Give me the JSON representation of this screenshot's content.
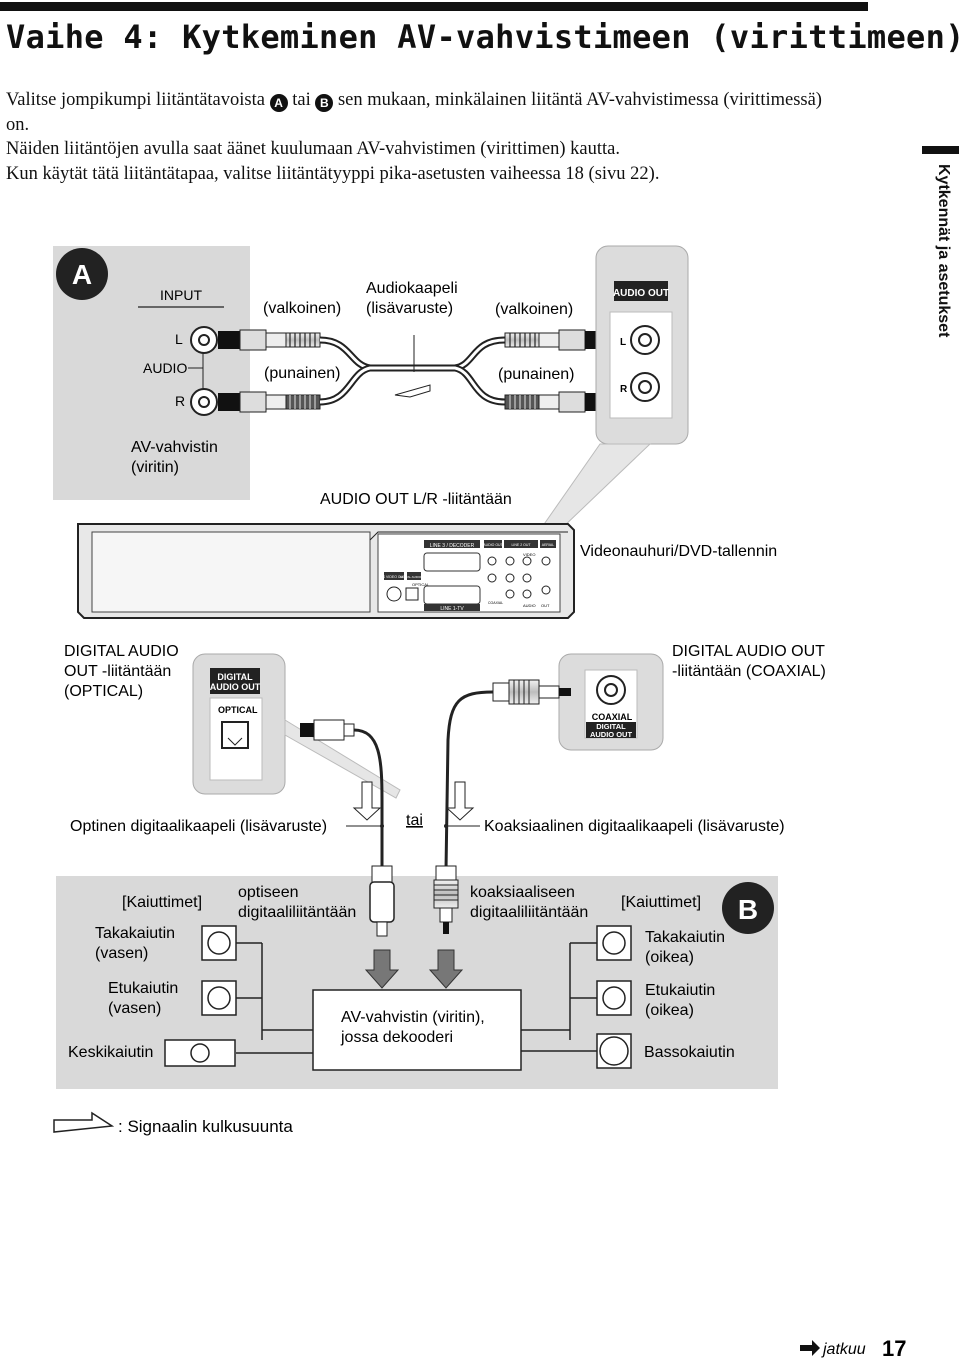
{
  "title": "Vaihe 4: Kytkeminen AV-vahvistimeen (virittimeen)",
  "intro": {
    "line1_a": "Valitse jompikumpi liitäntätavoista",
    "marker_a": "A",
    "line1_b": "tai",
    "marker_b": "B",
    "line1_c": "sen mukaan, minkälainen liitäntä AV-vahvistimessa (virittimessä) on.",
    "line2": "Näiden liitäntöjen avulla saat äänet kuulumaan AV-vahvistimen (virittimen) kautta.",
    "line3": "Kun käytät tätä liitäntätapaa, valitse liitäntätyyppi pika-asetusten vaiheessa 18 (sivu 22)."
  },
  "sidebar": {
    "section": "Kytkennät ja asetukset"
  },
  "diagram_a": {
    "marker": "A",
    "input_label": "INPUT",
    "l_label": "L",
    "audio_label": "AUDIO",
    "r_label": "R",
    "amp_label_1": "AV-vahvistin",
    "amp_label_2": "(viritin)",
    "white_left": "(valkoinen)",
    "cable_1": "Audiokaapeli",
    "cable_2": "(lisävaruste)",
    "white_right": "(valkoinen)",
    "red_left": "(punainen)",
    "red_right": "(punainen)",
    "audio_out_panel": "AUDIO OUT",
    "panel_l": "L",
    "panel_r": "R",
    "audio_out_lr": "AUDIO OUT L/R -liitäntään",
    "recorder": "Videonauhuri/DVD-tallennin"
  },
  "recorder_panel": {
    "line3_decoder": "LINE 3 / DECODER",
    "audio_out": "AUDIO OUT",
    "line2_out": "LINE 2 OUT",
    "aerial": "AERIAL",
    "svideo_out": "S VIDEO OUT",
    "digital_audio_out": "DIGITAL AUDIO OUT",
    "optical": "OPTICAL",
    "line1_tv": "LINE 1-TV",
    "video": "VIDEO",
    "audio": "AUDIO",
    "out": "OUT",
    "coaxial": "COAXIAL"
  },
  "diagram_middle": {
    "optical_label_1": "DIGITAL AUDIO",
    "optical_label_2": "OUT -liitäntään",
    "optical_label_3": "(OPTICAL)",
    "optical_jack_1": "DIGITAL",
    "optical_jack_2": "AUDIO OUT",
    "optical_jack_3": "OPTICAL",
    "coax_label_1": "DIGITAL AUDIO OUT",
    "coax_label_2": "-liitäntään (COAXIAL)",
    "coax_jack_1": "COAXIAL",
    "coax_jack_2": "DIGITAL",
    "coax_jack_3": "AUDIO OUT",
    "optical_cable": "Optinen digitaalikaapeli (lisävaruste)",
    "or": "tai",
    "coax_cable": "Koaksiaalinen digitaalikaapeli (lisävaruste)"
  },
  "diagram_b": {
    "marker": "B",
    "speakers_left": "[Kaiuttimet]",
    "speakers_right": "[Kaiuttimet]",
    "to_optical_1": "optiseen",
    "to_optical_2": "digitaaliliitäntään",
    "to_coax_1": "koaksiaaliseen",
    "to_coax_2": "digitaaliliitäntään",
    "rear_left_1": "Takakaiutin",
    "rear_left_2": "(vasen)",
    "front_left_1": "Etukaiutin",
    "front_left_2": "(vasen)",
    "center": "Keskikaiutin",
    "rear_right_1": "Takakaiutin",
    "rear_right_2": "(oikea)",
    "front_right_1": "Etukaiutin",
    "front_right_2": "(oikea)",
    "subwoofer": "Bassokaiutin",
    "decoder_amp_1": "AV-vahvistin (viritin),",
    "decoder_amp_2": "jossa dekooderi"
  },
  "legend": {
    "signal": ": Signaalin kulkusuunta"
  },
  "footer": {
    "continue": "jatkuu",
    "page": "17"
  }
}
